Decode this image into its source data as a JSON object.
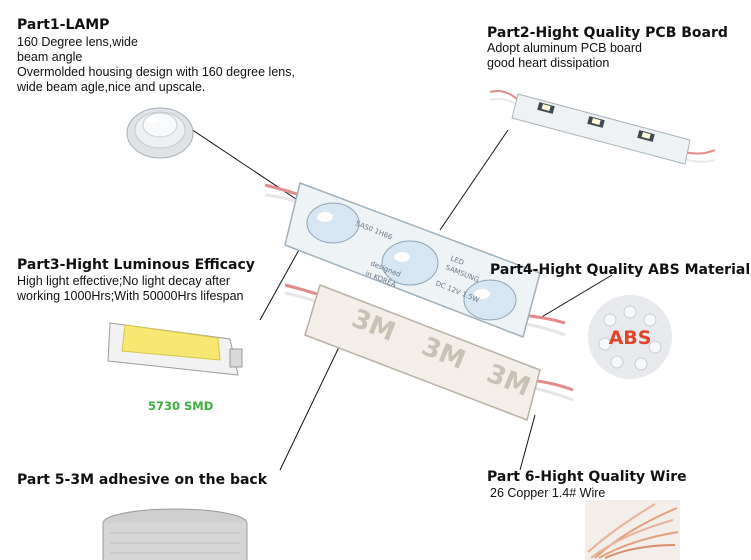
{
  "colors": {
    "smd_label": "#3cae3a",
    "abs_label": "#e0452a",
    "text": "#111111",
    "leader_line": "#111111"
  },
  "part1": {
    "title": "Part1-LAMP",
    "lines": [
      "160 Degree lens,wide",
      "beam angle",
      "Overmolded housing design with 160 degree lens,",
      "wide beam agle,nice and upscale."
    ]
  },
  "part2": {
    "title": "Part2-Hight Quality PCB Board",
    "lines": [
      "Adopt aluminum PCB board",
      "good heart dissipation"
    ]
  },
  "part3": {
    "title": "Part3-Hight Luminous Efficacy",
    "lines": [
      "High light effective;No light decay after",
      "working 1000Hrs;With 50000Hrs lifespan"
    ],
    "smd_label": "5730 SMD"
  },
  "part4": {
    "title": "Part4-Hight Quality ABS Material",
    "abs_label": "ABS"
  },
  "part5": {
    "title": "Part 5-3M adhesive on the back"
  },
  "part6": {
    "title": "Part 6-Hight Quality Wire",
    "lines": [
      "26 Copper 1.4# Wire"
    ]
  },
  "module": {
    "print_lines": [
      "SAS0 1H66",
      "LED",
      "SAMSUNG",
      "DC 12V  1.5W",
      "designed",
      "in KOREA"
    ],
    "tape_print": "3M"
  },
  "icons": {
    "lens": "lens-image",
    "pcb": "pcb-board-image",
    "smd": "smd-chip-image",
    "abs": "abs-pellets-image",
    "tape": "adhesive-tape-roll-image",
    "wire": "copper-wire-image"
  }
}
